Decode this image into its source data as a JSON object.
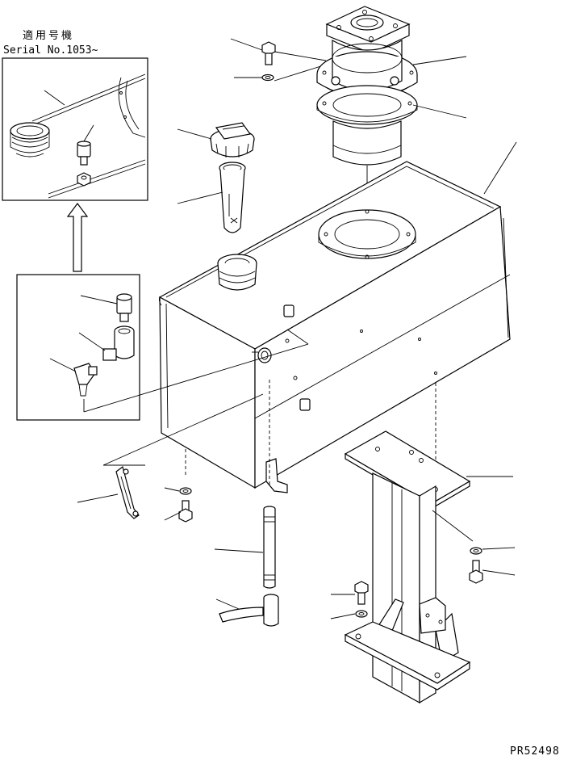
{
  "header": {
    "applicable_models": "適用号機",
    "serial": "Serial No.1053~"
  },
  "footer": {
    "drawing_number": "PR52498"
  }
}
